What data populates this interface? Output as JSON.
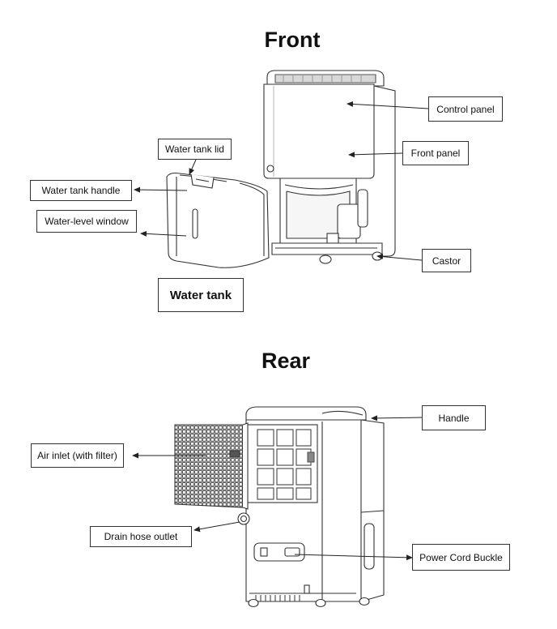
{
  "sections": {
    "front": "Front",
    "rear": "Rear"
  },
  "front_labels": {
    "control_panel": "Control panel",
    "front_panel": "Front panel",
    "water_tank_lid": "Water tank lid",
    "water_tank_handle": "Water tank handle",
    "water_level_window": "Water-level window",
    "castor": "Castor",
    "water_tank": "Water tank"
  },
  "rear_labels": {
    "handle": "Handle",
    "air_inlet": "Air inlet (with filter)",
    "drain_hose_outlet": "Drain hose outlet",
    "power_cord_buckle": "Power Cord Buckle"
  }
}
